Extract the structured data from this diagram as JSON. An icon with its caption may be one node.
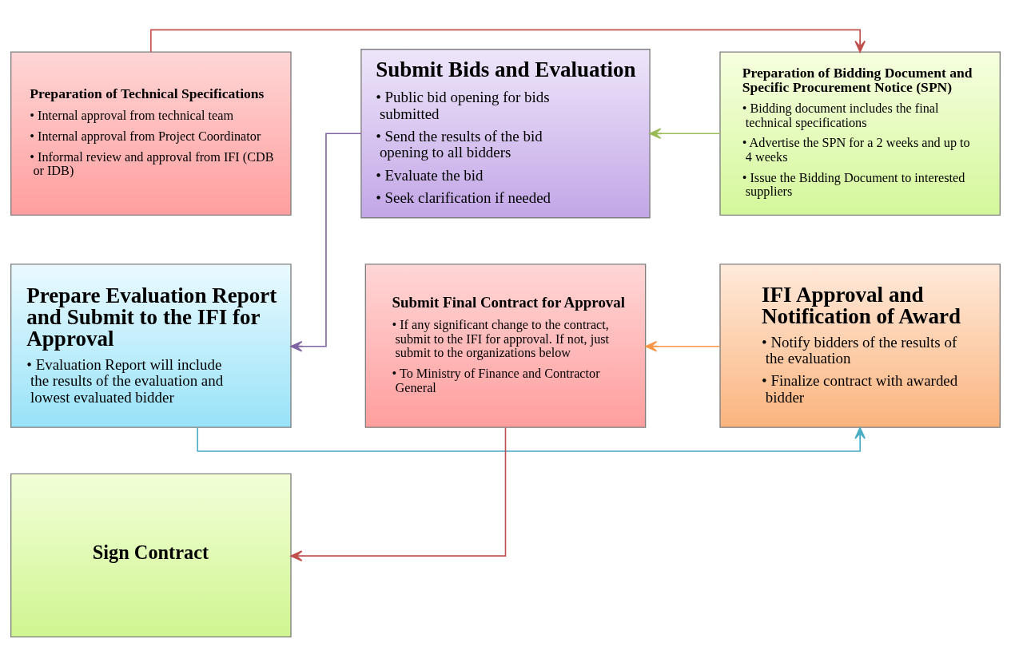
{
  "diagram": {
    "nodes": [
      {
        "text": [
          "Preparation of Technical Specifications",
          "• Internal approval from technical team",
          "• Internal approval from Project Coordinator",
          "• Informal review and approval from IFI (CDB or IDB)"
        ]
      },
      {
        "text": [
          "Preparation of Bidding Document and Specific Procurement Notice (SPN)",
          "• Bidding document includes the final technical specifications",
          "• Advertise the SPN for a 2 weeks and up to 4 weeks",
          "• Issue the Bidding Document to interested suppliers"
        ]
      },
      {
        "text": [
          "Submit Bids and Evaluation",
          "• Public bid opening for bids submitted",
          "• Send the results of the bid opening to all bidders",
          "• Evaluate the bid",
          "• Seek clarification if needed"
        ]
      },
      {
        "text": [
          "Prepare Evaluation Report and Submit to the IFI for Approval",
          "• Evaluation Report will include the results of the evaluation and lowest evaluated bidder"
        ]
      },
      {
        "text": [
          "IFI Approval and Notification of Award",
          "• Notify bidders of the results of the evaluation",
          "• Finalize contract with awarded bidder"
        ]
      },
      {
        "text": [
          "Submit Final Contract for Approval",
          "• If any significant change to the contract, submit to the IFI for approval. If not, just submit to the organizations below",
          "• To Ministry of Finance and Contractor General"
        ]
      },
      {
        "text": [
          "Sign Contract"
        ]
      }
    ],
    "edges": [
      {
        "from": 0,
        "to": 1,
        "arrow": "to",
        "color": "#c0504d"
      },
      {
        "from": 1,
        "to": 2,
        "arrow": "to",
        "color": "#9bbb59"
      },
      {
        "from": 2,
        "to": 3,
        "arrow": "to",
        "color": "#8064a2"
      },
      {
        "from": 3,
        "to": 4,
        "arrow": "to",
        "color": "#4bacc6"
      },
      {
        "from": 4,
        "to": 5,
        "arrow": "to",
        "color": "#f79646"
      },
      {
        "from": 5,
        "to": 6,
        "arrow": "to",
        "color": "#c0504d"
      }
    ]
  }
}
